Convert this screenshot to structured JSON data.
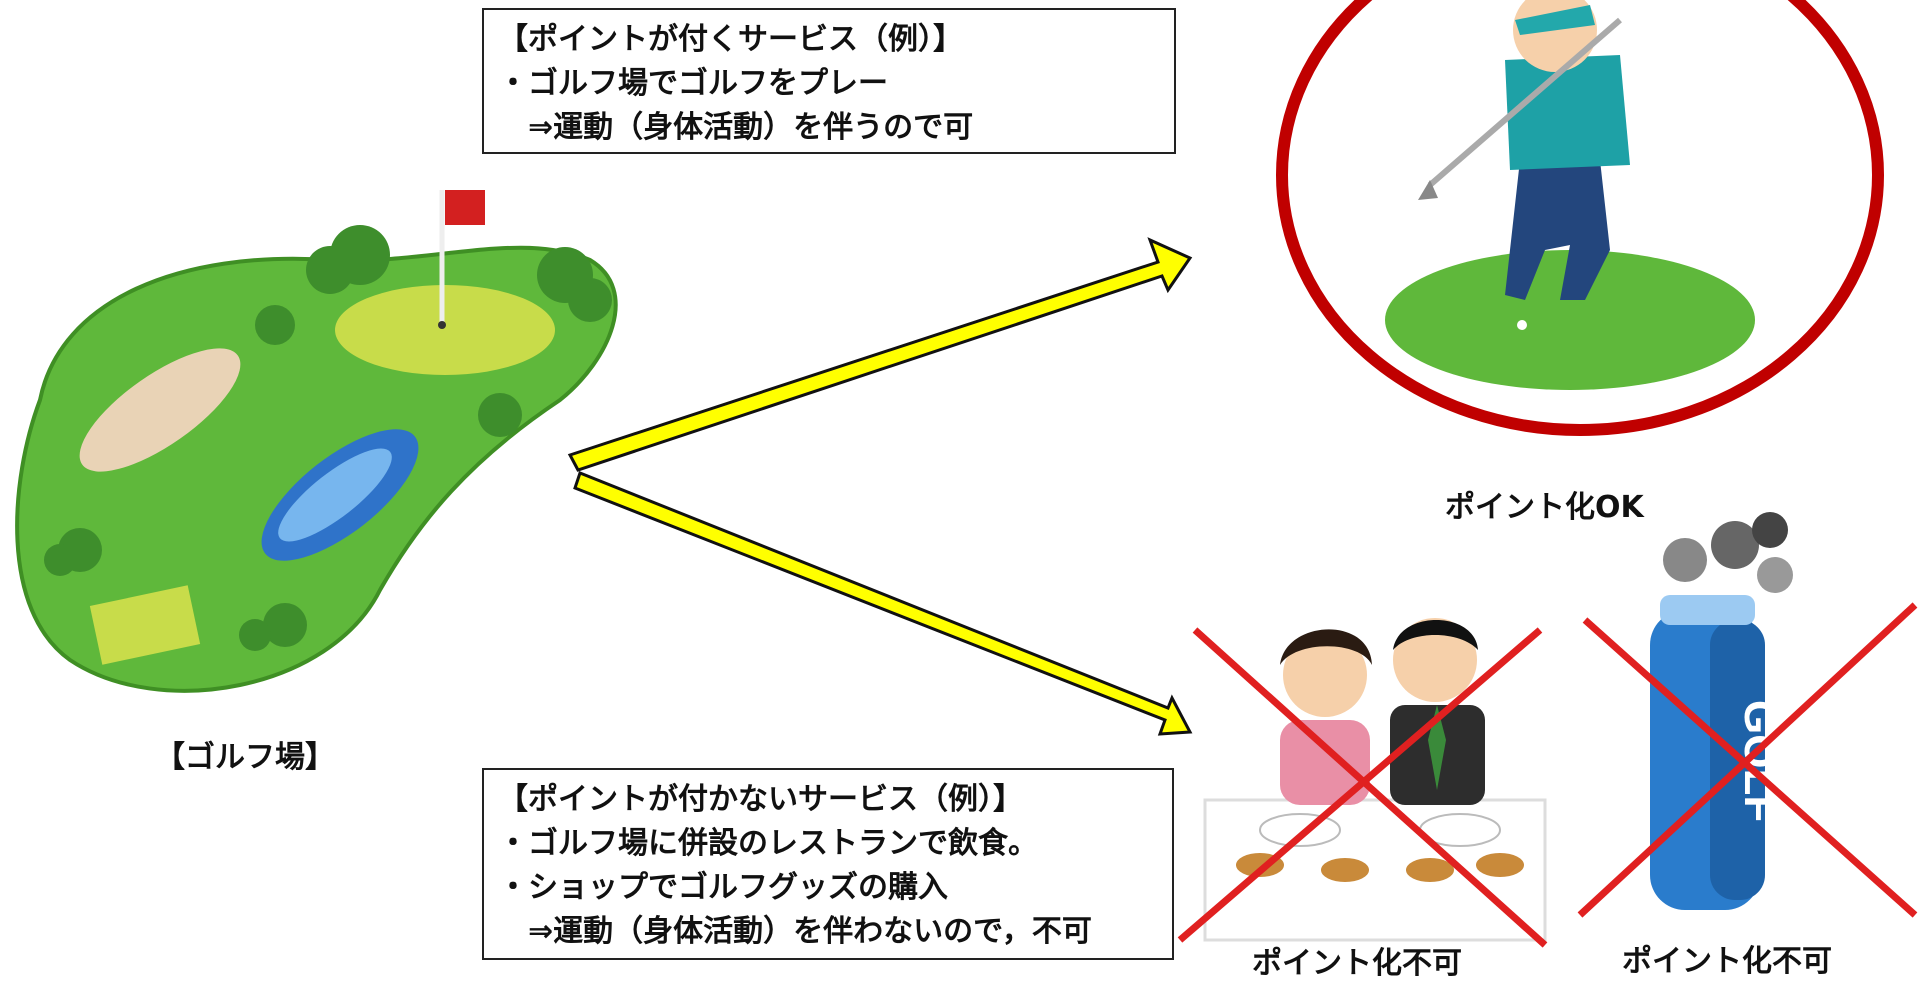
{
  "top_box": {
    "title": "【ポイントが付くサービス（例）】",
    "line1": "・ゴルフ場でゴルフをプレー",
    "line2": "　⇒運動（身体活動）を伴うので可"
  },
  "bottom_box": {
    "title": "【ポイントが付かないサービス（例）】",
    "line1": "・ゴルフ場に併設のレストランで飲食。",
    "line2": "・ショップでゴルフグッズの購入",
    "line3": "　⇒運動（身体活動）を伴わないので，不可"
  },
  "labels": {
    "golf_course": "【ゴルフ場】",
    "ok": "ポイント化OK",
    "ng_restaurant": "ポイント化不可",
    "ng_shop": "ポイント化不可"
  },
  "illustrations": {
    "golf_bag_text": "GOLF"
  },
  "colors": {
    "arrow_fill": "#ffff00",
    "ok_circle": "#c00000",
    "cross": "#e02020"
  }
}
